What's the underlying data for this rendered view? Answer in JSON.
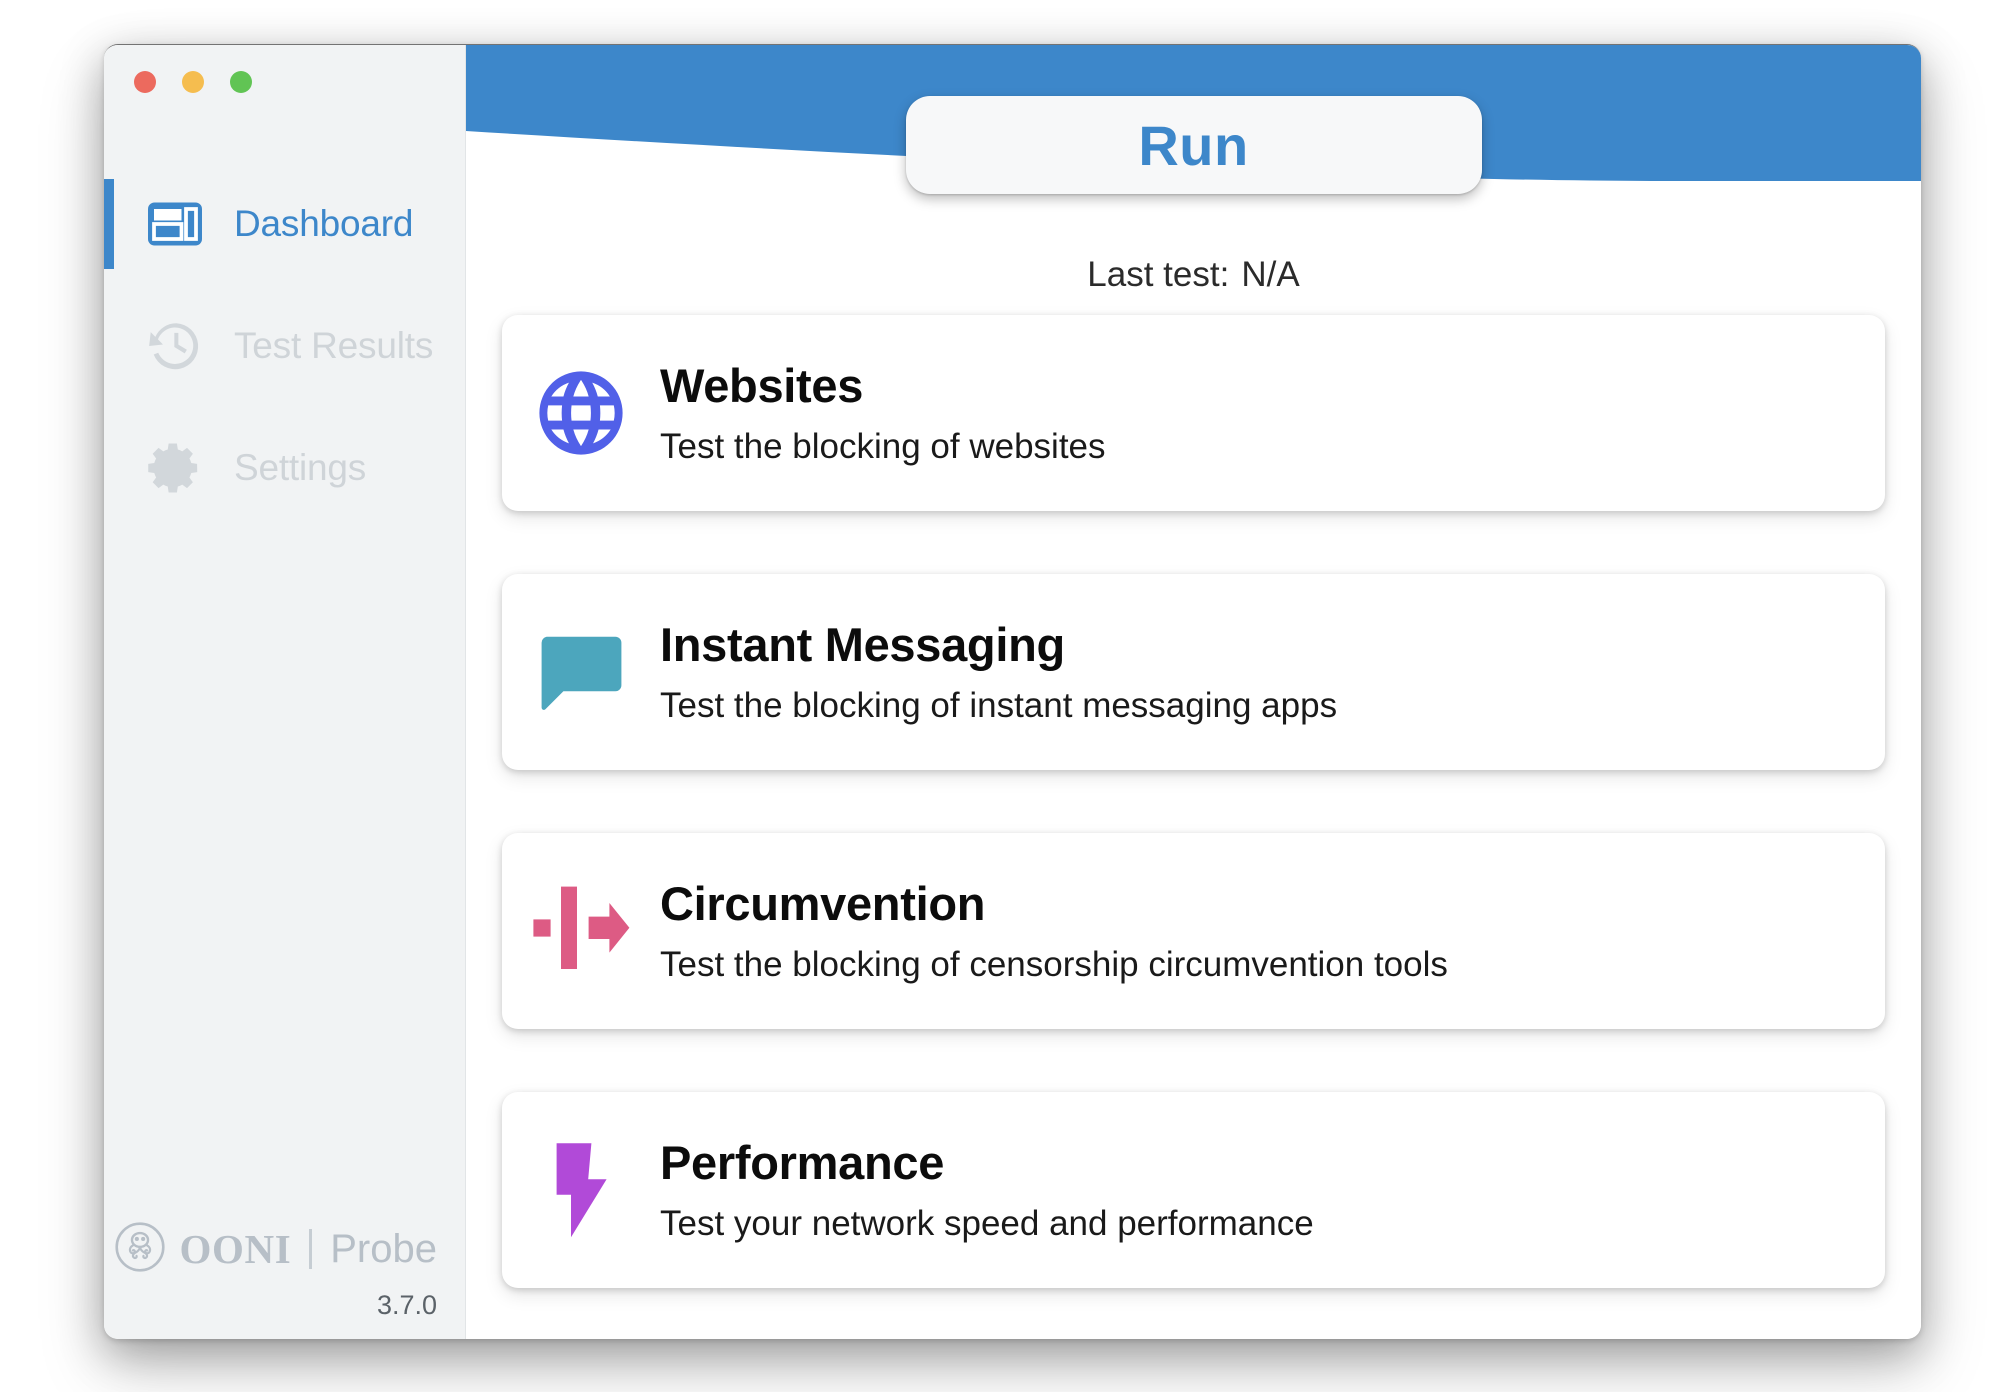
{
  "window": {
    "traffic_lights": [
      {
        "name": "close",
        "color": "#ec6a5e"
      },
      {
        "name": "minimize",
        "color": "#f5bd4f"
      },
      {
        "name": "zoom",
        "color": "#61c454"
      }
    ]
  },
  "sidebar": {
    "items": [
      {
        "label": "Dashboard",
        "icon": "dashboard-icon",
        "active": true
      },
      {
        "label": "Test Results",
        "icon": "history-clock-icon",
        "active": false
      },
      {
        "label": "Settings",
        "icon": "gear-icon",
        "active": false
      }
    ],
    "brand": {
      "mark": "ooni-octopus-logo",
      "name": "OONI",
      "product": "Probe",
      "version": "3.7.0"
    },
    "colors": {
      "active_text": "#3d87ca",
      "inactive_text": "#cfd4d8",
      "background": "#f1f3f4"
    }
  },
  "header": {
    "band_color": "#3d87ca",
    "run_label": "Run",
    "last_test_label": "Last test:",
    "last_test_value": "N/A"
  },
  "cards": [
    {
      "title": "Websites",
      "description": "Test the blocking of websites",
      "icon": "globe-icon",
      "color": "#5160e8"
    },
    {
      "title": "Instant Messaging",
      "description": "Test the blocking of instant messaging apps",
      "icon": "chat-bubble-icon",
      "color": "#4ca6bd"
    },
    {
      "title": "Circumvention",
      "description": "Test the blocking of censorship circumvention tools",
      "icon": "circumvention-arrow-icon",
      "color": "#dd5b84"
    },
    {
      "title": "Performance",
      "description": "Test your network speed and performance",
      "icon": "lightning-bolt-icon",
      "color": "#b14ad8"
    }
  ]
}
